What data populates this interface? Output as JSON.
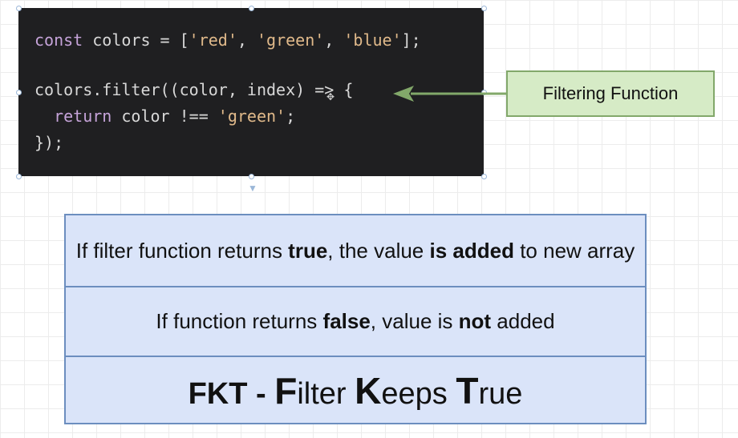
{
  "code": {
    "line1": [
      {
        "t": "const",
        "c": "kw"
      },
      {
        "t": " colors = [",
        "c": "plain"
      },
      {
        "t": "'red'",
        "c": "str"
      },
      {
        "t": ", ",
        "c": "plain"
      },
      {
        "t": "'green'",
        "c": "str"
      },
      {
        "t": ", ",
        "c": "plain"
      },
      {
        "t": "'blue'",
        "c": "str"
      },
      {
        "t": "];",
        "c": "plain"
      }
    ],
    "line2": [
      {
        "t": "colors.filter((color, index) => {",
        "c": "plain"
      }
    ],
    "line3": [
      {
        "t": "  ",
        "c": "plain"
      },
      {
        "t": "return",
        "c": "kw"
      },
      {
        "t": " color !== ",
        "c": "plain"
      },
      {
        "t": "'green'",
        "c": "str"
      },
      {
        "t": ";",
        "c": "plain"
      }
    ],
    "line4": [
      {
        "t": "});",
        "c": "plain"
      }
    ]
  },
  "callout": {
    "label": "Filtering Function"
  },
  "rules": {
    "row1": {
      "pre": "If filter function returns ",
      "b1": "true",
      "mid": ", the value ",
      "b2": "is added",
      "post": " to new array"
    },
    "row2": {
      "pre": "If function returns ",
      "b1": "false",
      "mid": ", value is ",
      "b2": "not",
      "post": " added"
    },
    "row3": {
      "acronym": "FKT",
      "dash": " - ",
      "f": "F",
      "f_rest": "ilter ",
      "k": "K",
      "k_rest": "eeps ",
      "t": "T",
      "t_rest": "rue"
    }
  },
  "colors": {
    "code_bg": "#1f1f21",
    "keyword": "#c5a3d9",
    "string": "#e0b98a",
    "callout_fill": "#d6ebc6",
    "callout_border": "#82a86a",
    "rules_fill": "#dae4f9",
    "rules_border": "#6c8ebf"
  },
  "icons": {
    "cursor": "move-cursor-icon",
    "arrow": "arrow-left-icon"
  }
}
